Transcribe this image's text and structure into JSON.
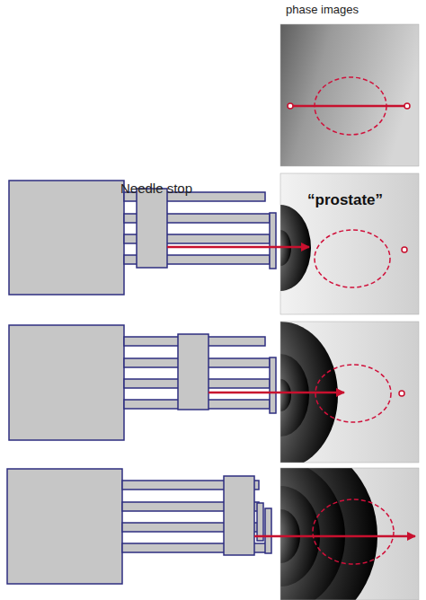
{
  "diagram": {
    "nodes": [
      {
        "text": [
          "“prostate”"
        ]
      }
    ],
    "labels": [
      "phase images",
      "Needle stop"
    ]
  }
}
